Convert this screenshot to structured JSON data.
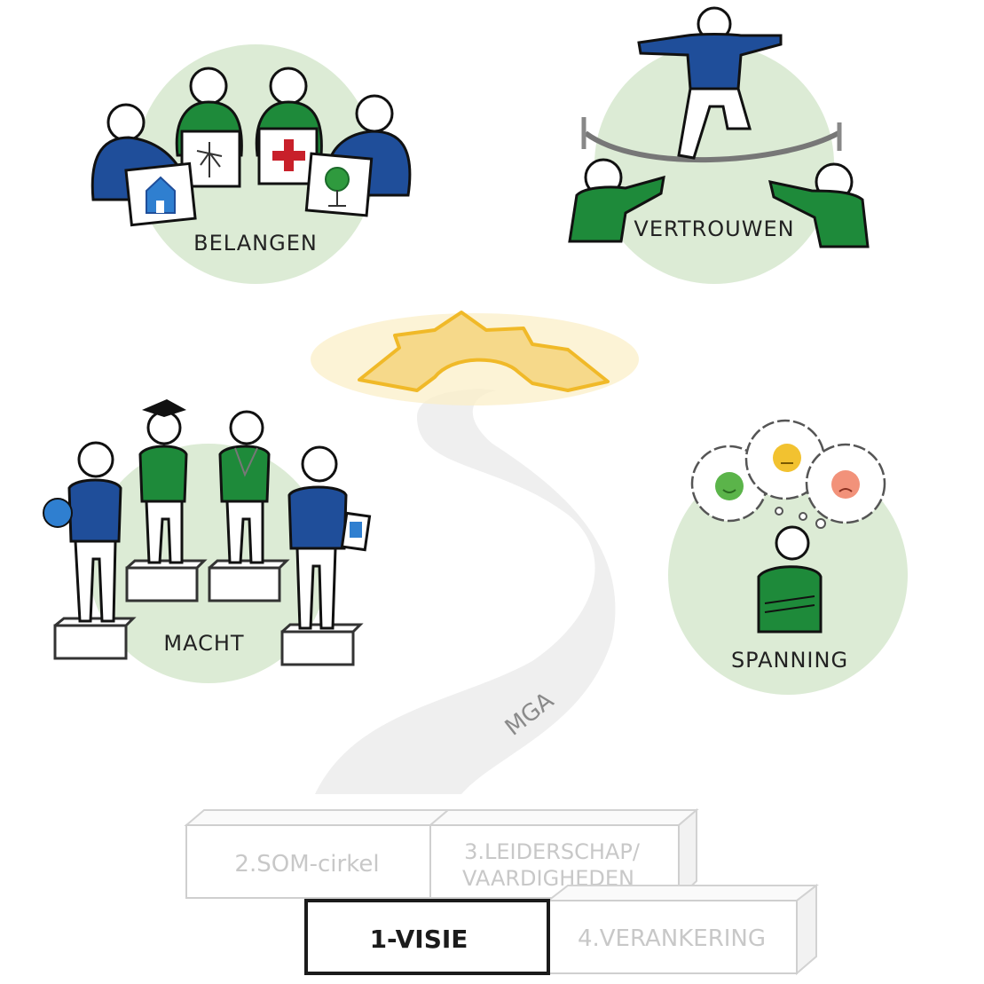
{
  "themes": {
    "belangen": "BELANGEN",
    "vertrouwen": "VERTROUWEN",
    "macht": "MACHT",
    "spanning": "SPANNING"
  },
  "road": {
    "label": "MGA"
  },
  "steps": {
    "step1": "1-VISIE",
    "step2": "2.SOM-cirkel",
    "step3_line1": "3.LEIDERSCHAP/",
    "step3_line2": "VAARDIGHEDEN",
    "step4": "4.VERANKERING"
  },
  "colors": {
    "blue": "#1f4e9a",
    "green": "#1e8a3a",
    "circle": "#dcebd5",
    "sun": "#f3c030",
    "road": "#eeeeee"
  }
}
